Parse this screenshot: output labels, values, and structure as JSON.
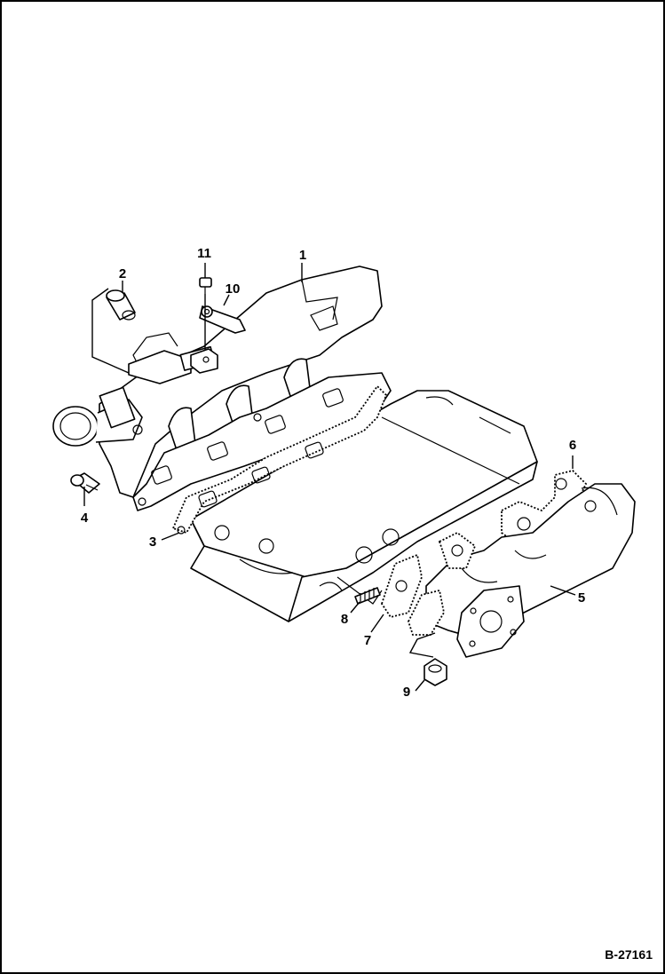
{
  "figure_ref": "B-27161",
  "callouts": {
    "c1": "1",
    "c2": "2",
    "c3": "3",
    "c4": "4",
    "c5": "5",
    "c6": "6",
    "c7": "7",
    "c8": "8",
    "c9": "9",
    "c10": "10",
    "c11": "11"
  }
}
